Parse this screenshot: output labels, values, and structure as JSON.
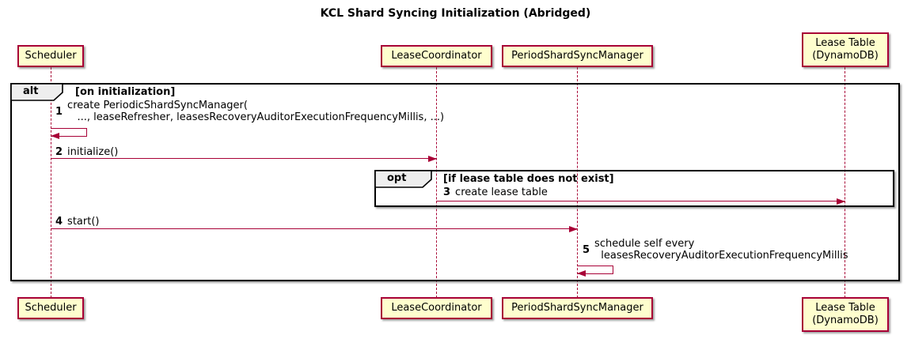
{
  "title": "KCL Shard Syncing Initialization (Abridged)",
  "participants": [
    {
      "id": "scheduler",
      "label": "Scheduler"
    },
    {
      "id": "lease-coordinator",
      "label": "LeaseCoordinator"
    },
    {
      "id": "period-shard-sync-manager",
      "label": "PeriodShardSyncManager"
    },
    {
      "id": "lease-table",
      "label": "Lease Table\n(DynamoDB)"
    }
  ],
  "frames": {
    "alt": {
      "keyword": "alt",
      "guard": "[on initialization]"
    },
    "opt": {
      "keyword": "opt",
      "guard": "[if lease table does not exist]"
    }
  },
  "messages": [
    {
      "num": "1",
      "text": "create PeriodicShardSyncManager(\n   ..., leaseRefresher, leasesRecoveryAuditorExecutionFrequencyMillis, ...)",
      "from": "Scheduler",
      "to": "Scheduler",
      "kind": "self"
    },
    {
      "num": "2",
      "text": "initialize()",
      "from": "Scheduler",
      "to": "LeaseCoordinator",
      "kind": "arrow"
    },
    {
      "num": "3",
      "text": "create lease table",
      "from": "LeaseCoordinator",
      "to": "Lease Table (DynamoDB)",
      "kind": "arrow"
    },
    {
      "num": "4",
      "text": "start()",
      "from": "Scheduler",
      "to": "PeriodShardSyncManager",
      "kind": "arrow"
    },
    {
      "num": "5",
      "text": "schedule self every\n  leasesRecoveryAuditorExecutionFrequencyMillis",
      "from": "PeriodShardSyncManager",
      "to": "PeriodShardSyncManager",
      "kind": "self"
    }
  ],
  "colors": {
    "participant_fill": "#FEFECE",
    "participant_border": "#A80036",
    "arrow": "#A80036",
    "lifeline": "#A80036",
    "frame_border": "#000000",
    "frame_label_fill": "#EEEEEE",
    "background": "#FFFFFF",
    "text": "#000000"
  }
}
